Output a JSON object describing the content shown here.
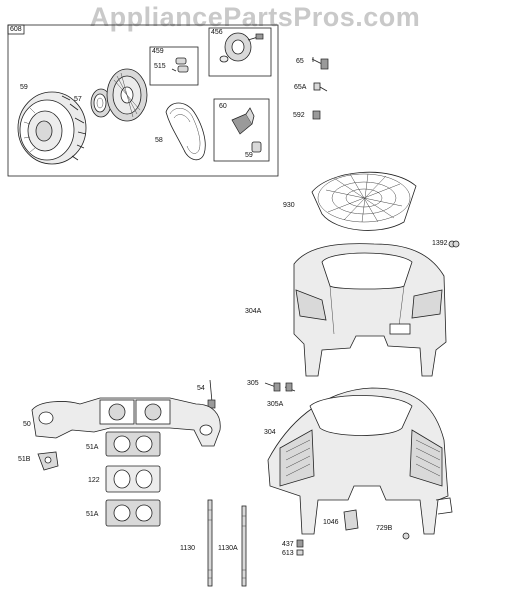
{
  "watermark": "AppliancePartsPros.com",
  "parts": {
    "p608": "608",
    "p459": "459",
    "p515": "515",
    "p456": "456",
    "p59": "59",
    "p57": "57",
    "p58": "58",
    "p60": "60",
    "p59b": "59",
    "p65": "65",
    "p65a": "65A",
    "p592": "592",
    "p930": "930",
    "p1392": "1392",
    "p304a": "304A",
    "p54": "54",
    "p305": "305",
    "p305a": "305A",
    "p50": "50",
    "p304": "304",
    "p51b": "51B",
    "p51a": "51A",
    "p122": "122",
    "p51a2": "51A",
    "p1046": "1046",
    "p729b": "729B",
    "p1130": "1130",
    "p1130a": "1130A",
    "p437": "437",
    "p613": "613"
  }
}
